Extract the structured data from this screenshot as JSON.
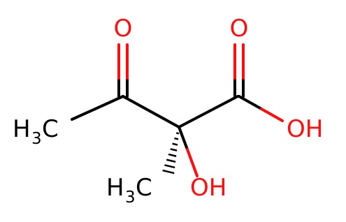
{
  "molecule": {
    "colors": {
      "carbon": "#000000",
      "oxygen": "#ff0d0d",
      "background": "#ffffff"
    },
    "labels": {
      "ketone_o": "O",
      "acid_o": "O",
      "acid_oh": "OH",
      "alpha_oh": "OH",
      "methyl_left_h": "H",
      "methyl_left_sub": "3",
      "methyl_left_c": "C",
      "methyl_bottom_h": "H",
      "methyl_bottom_sub": "3",
      "methyl_bottom_c": "C"
    }
  }
}
